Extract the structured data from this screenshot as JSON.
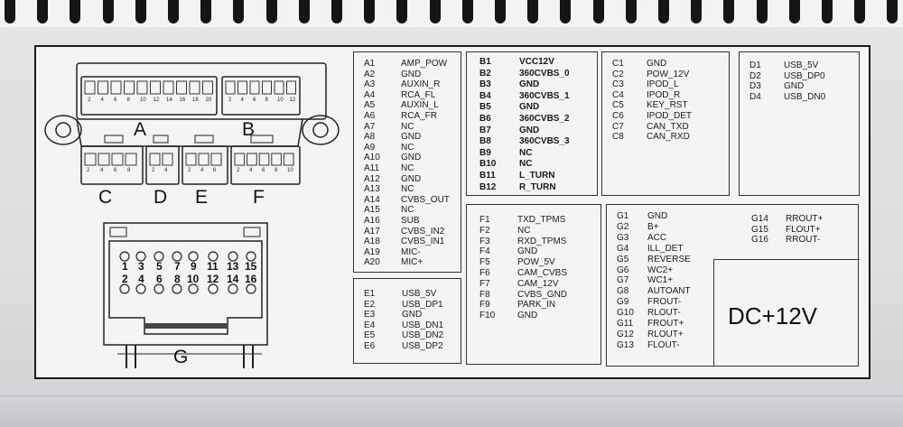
{
  "connector_labels": {
    "A": "A",
    "B": "B",
    "C": "C",
    "D": "D",
    "E": "E",
    "F": "F",
    "G": "G"
  },
  "g_pin_numbers": {
    "top": [
      "1",
      "3",
      "5",
      "7",
      "9",
      "11",
      "13",
      "15"
    ],
    "bottom": [
      "2",
      "4",
      "6",
      "8",
      "10",
      "12",
      "14",
      "16"
    ]
  },
  "small_numbers": {
    "a": [
      "2",
      "4",
      "6",
      "8",
      "10",
      "12",
      "14",
      "16",
      "18",
      "20"
    ],
    "b": [
      "2",
      "4",
      "6",
      "8",
      "10",
      "12"
    ],
    "c": [
      "2",
      "4",
      "6",
      "8"
    ],
    "d": [
      "2",
      "4"
    ],
    "e": [
      "2",
      "4",
      "6"
    ],
    "f": [
      "2",
      "4",
      "6",
      "8",
      "10"
    ]
  },
  "power_label": "DC+12V",
  "tables": {
    "a": [
      {
        "id": "A1",
        "sig": "AMP_POW"
      },
      {
        "id": "A2",
        "sig": "GND"
      },
      {
        "id": "A3",
        "sig": "AUXIN_R"
      },
      {
        "id": "A4",
        "sig": "RCA_FL"
      },
      {
        "id": "A5",
        "sig": "AUXIN_L"
      },
      {
        "id": "A6",
        "sig": "RCA_FR"
      },
      {
        "id": "A7",
        "sig": "NC"
      },
      {
        "id": "A8",
        "sig": "GND"
      },
      {
        "id": "A9",
        "sig": "NC"
      },
      {
        "id": "A10",
        "sig": "GND"
      },
      {
        "id": "A11",
        "sig": "NC"
      },
      {
        "id": "A12",
        "sig": "GND"
      },
      {
        "id": "A13",
        "sig": "NC"
      },
      {
        "id": "A14",
        "sig": "CVBS_OUT"
      },
      {
        "id": "A15",
        "sig": "NC"
      },
      {
        "id": "A16",
        "sig": "SUB"
      },
      {
        "id": "A17",
        "sig": "CVBS_IN2"
      },
      {
        "id": "A18",
        "sig": "CVBS_IN1"
      },
      {
        "id": "A19",
        "sig": "MIC-"
      },
      {
        "id": "A20",
        "sig": "MIC+"
      }
    ],
    "b": [
      {
        "id": "B1",
        "sig": "VCC12V"
      },
      {
        "id": "B2",
        "sig": "360CVBS_0"
      },
      {
        "id": "B3",
        "sig": "GND"
      },
      {
        "id": "B4",
        "sig": "360CVBS_1"
      },
      {
        "id": "B5",
        "sig": "GND"
      },
      {
        "id": "B6",
        "sig": "360CVBS_2"
      },
      {
        "id": "B7",
        "sig": "GND"
      },
      {
        "id": "B8",
        "sig": "360CVBS_3"
      },
      {
        "id": "B9",
        "sig": "NC"
      },
      {
        "id": "B10",
        "sig": "NC"
      },
      {
        "id": "B11",
        "sig": "L_TURN"
      },
      {
        "id": "B12",
        "sig": "R_TURN"
      }
    ],
    "c": [
      {
        "id": "C1",
        "sig": "GND"
      },
      {
        "id": "C2",
        "sig": "POW_12V"
      },
      {
        "id": "C3",
        "sig": "IPOD_L"
      },
      {
        "id": "C4",
        "sig": "IPOD_R"
      },
      {
        "id": "C5",
        "sig": "KEY_RST"
      },
      {
        "id": "C6",
        "sig": "IPOD_DET"
      },
      {
        "id": "C7",
        "sig": "CAN_TXD"
      },
      {
        "id": "C8",
        "sig": "CAN_RXD"
      }
    ],
    "d": [
      {
        "id": "D1",
        "sig": "USB_5V"
      },
      {
        "id": "D2",
        "sig": "USB_DP0"
      },
      {
        "id": "D3",
        "sig": "GND"
      },
      {
        "id": "D4",
        "sig": "USB_DN0"
      }
    ],
    "e": [
      {
        "id": "E1",
        "sig": "USB_5V"
      },
      {
        "id": "E2",
        "sig": "USB_DP1"
      },
      {
        "id": "E3",
        "sig": "GND"
      },
      {
        "id": "E4",
        "sig": "USB_DN1"
      },
      {
        "id": "E5",
        "sig": "USB_DN2"
      },
      {
        "id": "E6",
        "sig": "USB_DP2"
      }
    ],
    "f": [
      {
        "id": "F1",
        "sig": "TXD_TPMS"
      },
      {
        "id": "F2",
        "sig": "NC"
      },
      {
        "id": "F3",
        "sig": "RXD_TPMS"
      },
      {
        "id": "F4",
        "sig": "GND"
      },
      {
        "id": "F5",
        "sig": "POW_5V"
      },
      {
        "id": "F6",
        "sig": "CAM_CVBS"
      },
      {
        "id": "F7",
        "sig": "CAM_12V"
      },
      {
        "id": "F8",
        "sig": "CVBS_GND"
      },
      {
        "id": "F9",
        "sig": "PARK_IN"
      },
      {
        "id": "F10",
        "sig": "GND"
      }
    ],
    "g1": [
      {
        "id": "G1",
        "sig": "GND"
      },
      {
        "id": "G2",
        "sig": "B+"
      },
      {
        "id": "G3",
        "sig": "ACC"
      },
      {
        "id": "G4",
        "sig": "ILL_DET"
      },
      {
        "id": "G5",
        "sig": "REVERSE"
      },
      {
        "id": "G6",
        "sig": "WC2+"
      },
      {
        "id": "G7",
        "sig": "WC1+"
      },
      {
        "id": "G8",
        "sig": "AUTOANT"
      },
      {
        "id": "G9",
        "sig": "FROUT-"
      },
      {
        "id": "G10",
        "sig": "RLOUT-"
      },
      {
        "id": "G11",
        "sig": "FROUT+"
      },
      {
        "id": "G12",
        "sig": "RLOUT+"
      },
      {
        "id": "G13",
        "sig": "FLOUT-"
      }
    ],
    "g2": [
      {
        "id": "G14",
        "sig": "RROUT+"
      },
      {
        "id": "G15",
        "sig": "FLOUT+"
      },
      {
        "id": "G16",
        "sig": "RROUT-"
      }
    ]
  }
}
